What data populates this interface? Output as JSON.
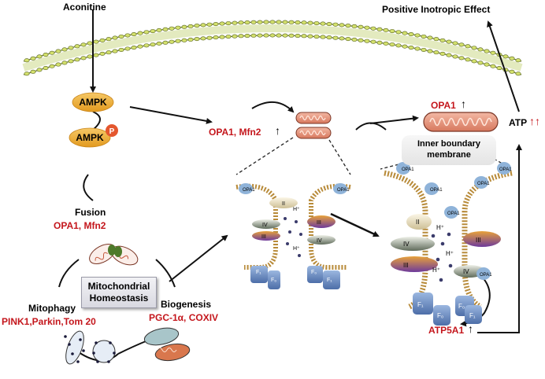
{
  "labels": {
    "aconitine": "Aconitine",
    "positive_inotropic": "Positive Inotropic Effect",
    "ampk": "AMPK",
    "ampk_p": "AMPK",
    "phospho": "P",
    "opa1_mfn2_top": "OPA1, Mfn2",
    "opa1_right": "OPA1",
    "atp": "ATP",
    "inner_boundary": "Inner boundary membrane",
    "fusion": "Fusion",
    "fusion_proteins": "OPA1, Mfn2",
    "homeostasis": "Mitochondrial Homeostasis",
    "mitophagy": "Mitophagy",
    "mitophagy_proteins": "PINK1,Parkin,Tom 20",
    "biogenesis": "Biogenesis",
    "biogenesis_proteins": "PGC-1α, COXIV",
    "atp5a1": "ATP5A1",
    "up_arrow": "↑",
    "double_up": "↑↑"
  },
  "complex_labels": {
    "opa1": "OPA1",
    "hplus": "H⁺",
    "c2": "II",
    "c3": "III",
    "c4": "IV",
    "f0": "F₀",
    "f1": "F₁"
  },
  "colors": {
    "ampk_fill": "#f0b23a",
    "phospho_fill": "#e4572e",
    "red_text": "#c4161c",
    "membrane_green": "#a9c23f",
    "opa1_blue": "#8fb3d9"
  }
}
